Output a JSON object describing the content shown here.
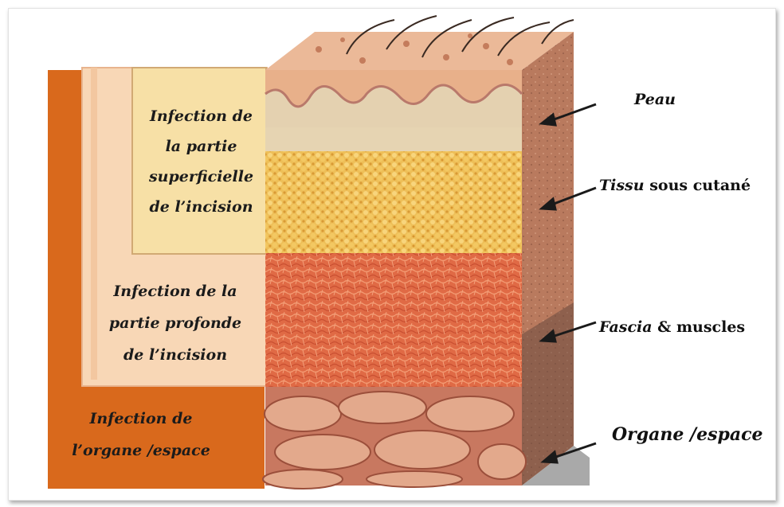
{
  "zones": {
    "superficial": {
      "lines": [
        "Infection de",
        "la partie",
        "superficielle",
        "de l’incision"
      ]
    },
    "deep": {
      "lines": [
        "Infection de la",
        "partie profonde",
        "de l’incision"
      ]
    },
    "organ": {
      "lines": [
        "Infection de",
        "l’organe /espace"
      ]
    }
  },
  "layers": {
    "peau": {
      "label": "Peau"
    },
    "tissu": {
      "italic": "Tissu",
      "rest": " sous cutané"
    },
    "fascia": {
      "italic": "Fascia",
      "rest": " & muscles"
    },
    "organe": {
      "label": "Organe /espace"
    }
  },
  "colors": {
    "organ_zone": "#d9691c",
    "deep_zone": "#f9d8b8",
    "superficial_zone": "#f7dfa2",
    "skin": "#e9b48e",
    "fat": "#eeb94e",
    "muscle": "#e46f4a",
    "organ": "#c8735c"
  }
}
